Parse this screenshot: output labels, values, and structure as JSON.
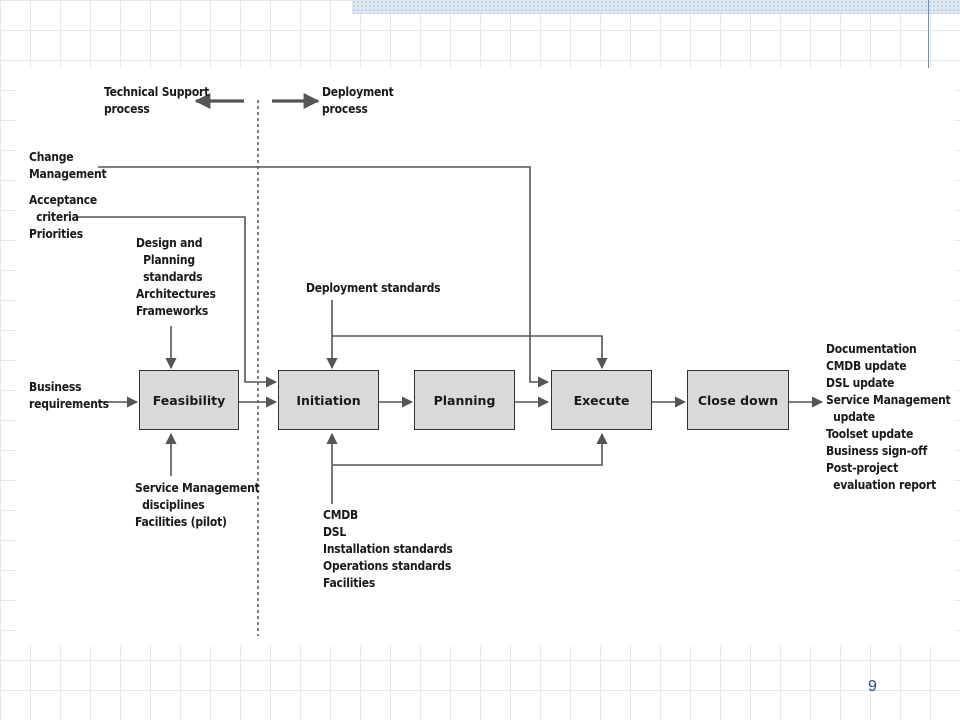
{
  "slide": {
    "page_number": "9"
  },
  "diagram": {
    "boundary_left": "Technical Support\nprocess",
    "boundary_right": "Deployment\nprocess",
    "inputs": {
      "change_management": "Change\nManagement",
      "acceptance_priorities": "Acceptance\n  criteria\nPriorities",
      "design_standards": "Design and\n  Planning\n  standards\nArchitectures\nFrameworks",
      "business_requirements": "Business\nrequirements",
      "service_management": "Service Management\n  disciplines\nFacilities (pilot)",
      "deployment_standards": "Deployment standards",
      "cmdb_group": "CMDB\nDSL\nInstallation standards\nOperations standards\nFacilities"
    },
    "stages": {
      "feasibility": "Feasibility",
      "initiation": "Initiation",
      "planning": "Planning",
      "execute": "Execute",
      "close_down": "Close down"
    },
    "outputs": "Documentation\nCMDB update\nDSL update\nService Management\n  update\nToolset update\nBusiness sign-off\nPost-project\n  evaluation report"
  }
}
